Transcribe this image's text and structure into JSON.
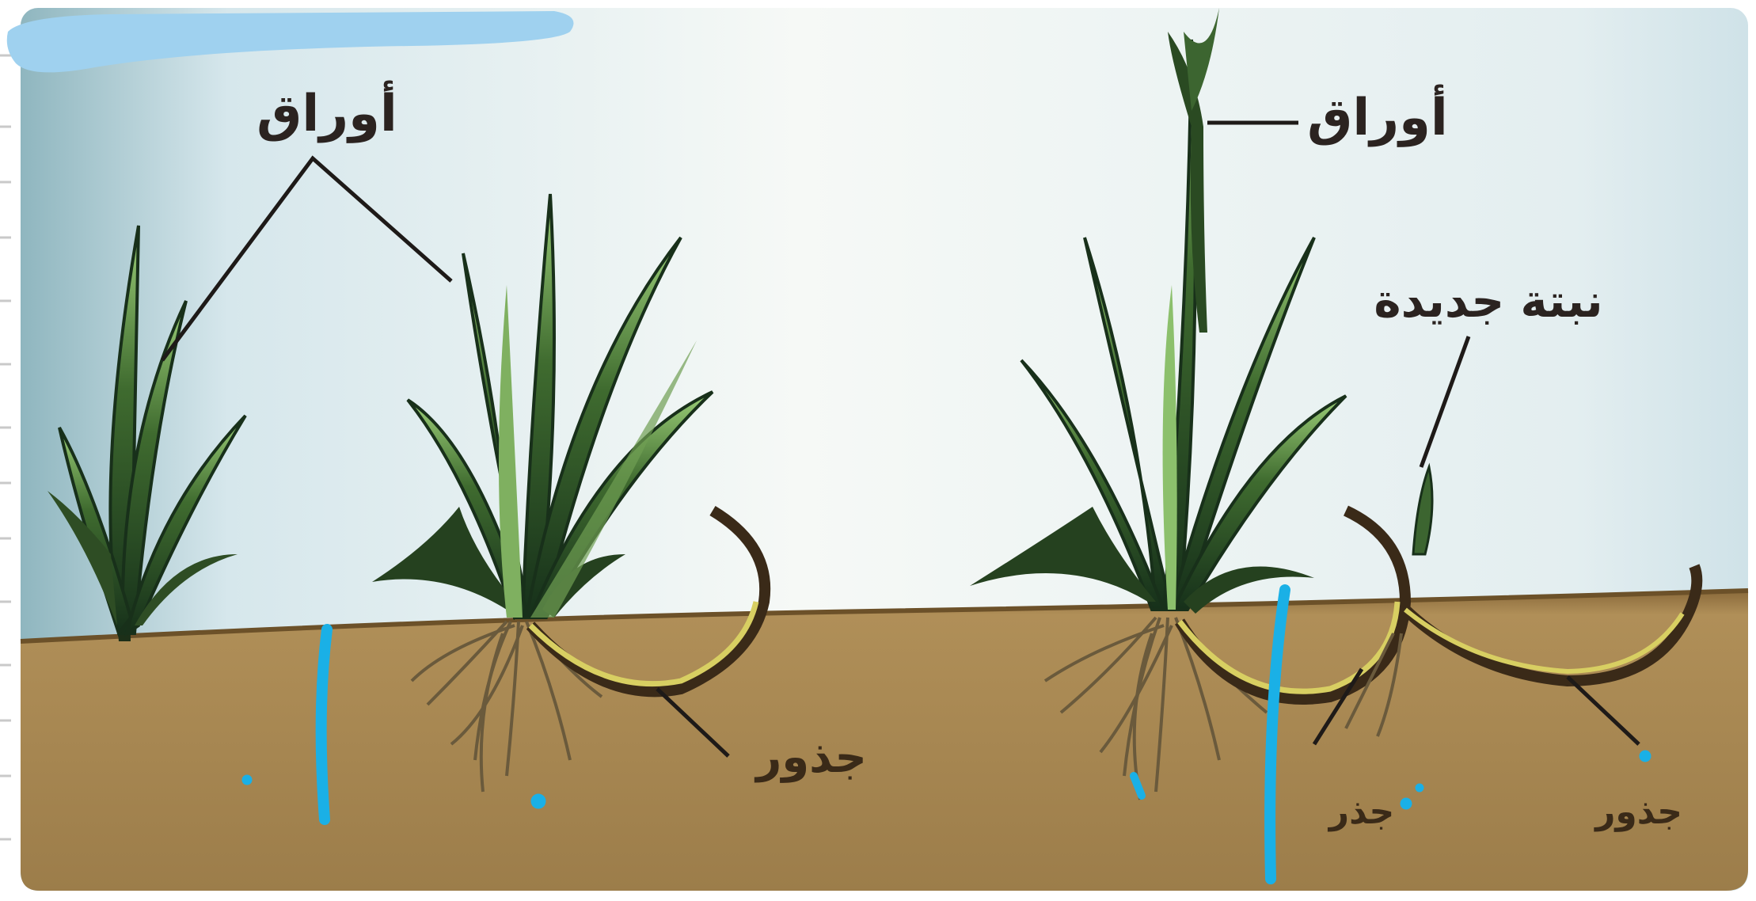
{
  "labels": {
    "leaves_left": "أوراق",
    "leaves_right": "أوراق",
    "new_plant": "نبتة جديدة",
    "roots_center": "جذور",
    "rhizome": "جذر",
    "roots_right": "جذور"
  },
  "colors": {
    "sky_top": "#cfe3ea",
    "sky_bottom": "#f3f7f4",
    "soil": "#a88853",
    "leaf_dark": "#1f3a1a",
    "leaf_light": "#9fcf7a",
    "root": "#6a5a3c",
    "rhizome": "#d8cf62",
    "annotation": "#1ab0e6"
  }
}
